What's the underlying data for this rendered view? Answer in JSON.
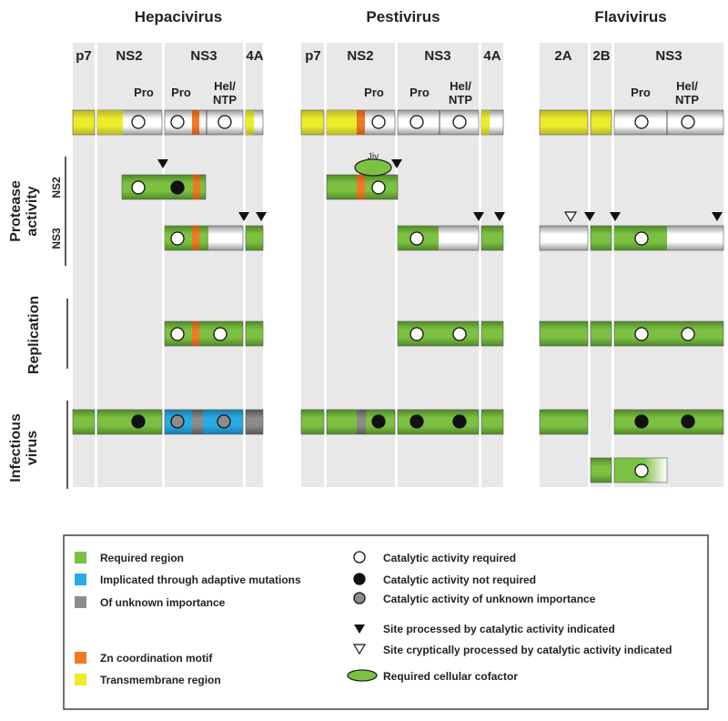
{
  "viruses": [
    {
      "key": "hepaci",
      "title": "Hepacivirus"
    },
    {
      "key": "pesti",
      "title": "Pestivirus"
    },
    {
      "key": "flavi",
      "title": "Flavivirus"
    }
  ],
  "columns": {
    "hepaci": [
      "p7",
      "NS2",
      "NS3",
      "4A"
    ],
    "pesti": [
      "p7",
      "NS2",
      "NS3",
      "4A"
    ],
    "flavi": [
      "2A",
      "2B",
      "NS3"
    ]
  },
  "domain_labels": {
    "pro": "Pro",
    "hel_line1": "Hel/",
    "hel_line2": "NTP"
  },
  "row_labels": {
    "protease_line1": "Protease",
    "protease_line2": "activity",
    "protease_ns2": "NS2",
    "protease_ns3": "NS3",
    "replication": "Replication",
    "infectious_line1": "Infectious",
    "infectious_line2": "virus"
  },
  "cofactor_label": "Jiv",
  "colors": {
    "required": "#7dc142",
    "adaptive": "#29abe2",
    "unknown": "#8c8c8c",
    "zinc": "#f07a24",
    "transmembrane": "#ecec2a",
    "column_bg": "#e8e8e8"
  },
  "legend": {
    "left": [
      {
        "swatch": "required",
        "label": "Required region"
      },
      {
        "swatch": "adaptive",
        "label": "Implicated through adaptive mutations"
      },
      {
        "swatch": "unknown",
        "label": "Of unknown importance"
      },
      {
        "swatch": "zinc",
        "label": "Zn coordination motif"
      },
      {
        "swatch": "transmembrane",
        "label": "Transmembrane region"
      }
    ],
    "right": [
      {
        "symbol": "circle-white",
        "label": "Catalytic activity required"
      },
      {
        "symbol": "circle-black",
        "label": "Catalytic activity not required"
      },
      {
        "symbol": "circle-gray",
        "label": "Catalytic activity of unknown importance"
      },
      {
        "symbol": "triangle-filled",
        "label": "Site processed by catalytic activity indicated"
      },
      {
        "symbol": "triangle-open",
        "label": "Site cryptically processed by catalytic activity indicated"
      },
      {
        "symbol": "cofactor",
        "label": "Required cellular cofactor"
      }
    ]
  }
}
